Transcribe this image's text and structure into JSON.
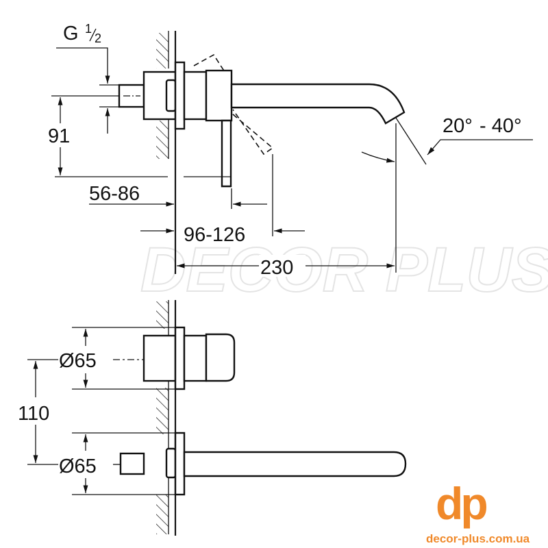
{
  "top_view": {
    "thread_label": "G",
    "thread_num": "1",
    "thread_den": "2",
    "height_dim": "91",
    "depth_dim_1": "56-86",
    "depth_dim_2": "96-126",
    "spout_length": "230",
    "angle_from": "20°",
    "angle_to": "- 40°"
  },
  "bottom_view": {
    "upper_rosette": "Ø65",
    "lower_rosette": "Ø65",
    "spacing": "110"
  },
  "watermark": "DECOR PLUS",
  "logo": {
    "mark": "dp",
    "url": "decor-plus.com.ua",
    "color": "#f0892a"
  }
}
